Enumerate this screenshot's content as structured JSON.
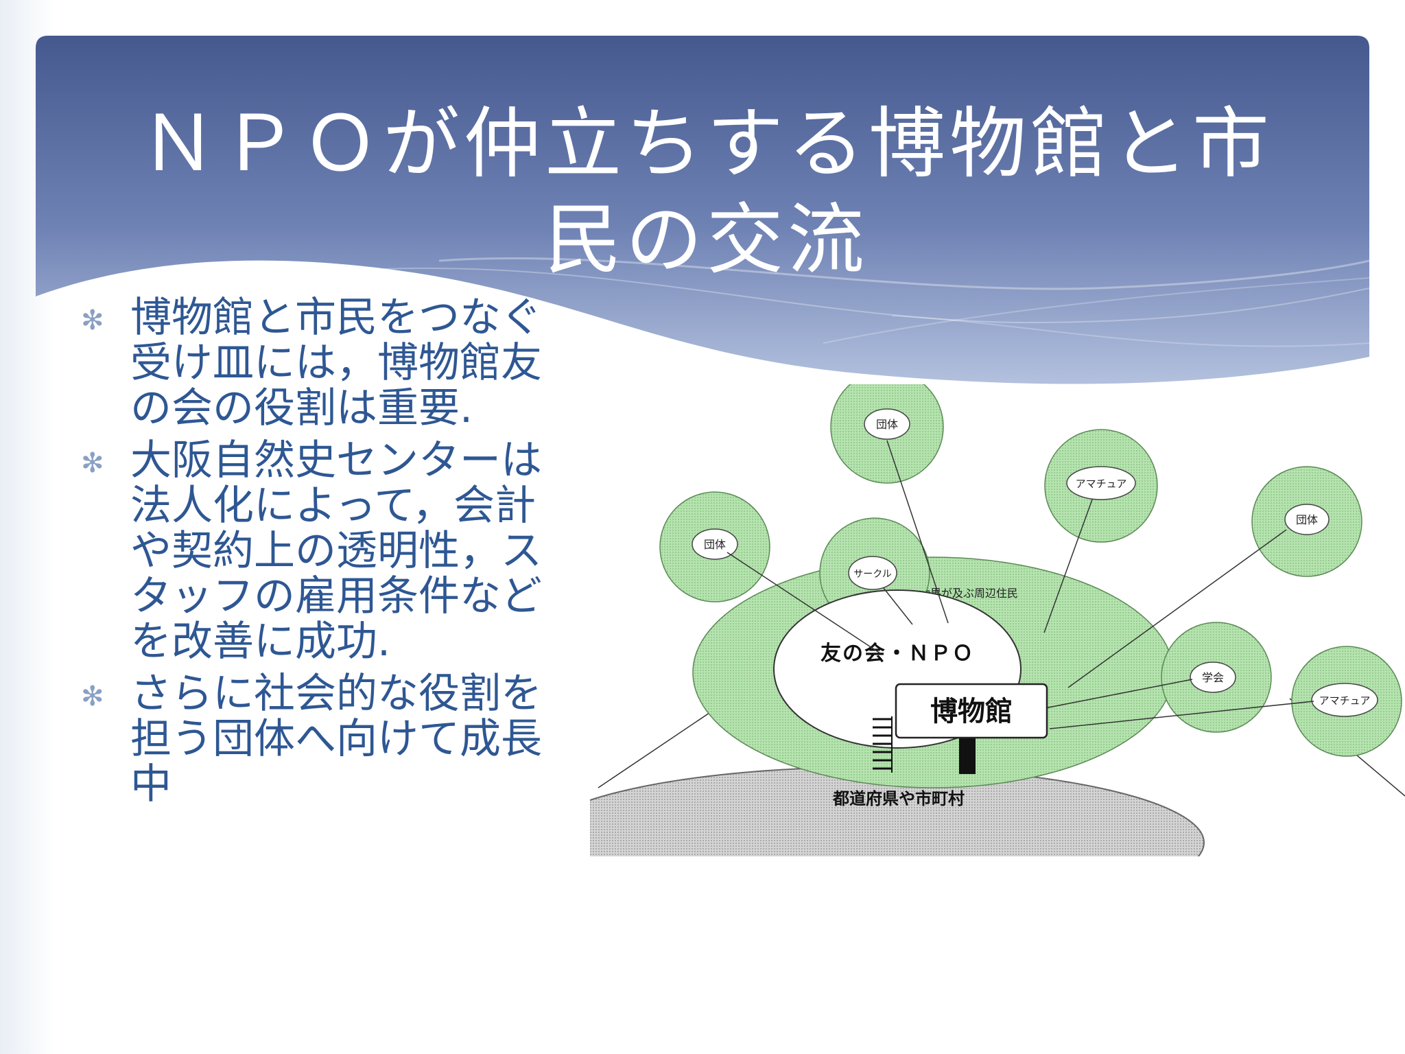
{
  "title": {
    "line1": "ＮＰＯが仲立ちする博物館と市",
    "line2": "民の交流"
  },
  "bullets": [
    {
      "text": "博物館と市民をつなぐ受け皿には，博物館友の会の役割は重要."
    },
    {
      "text": "大阪自然史センターは法人化によって，会計や契約上の透明性，スタッフの雇用条件などを改善に成功."
    },
    {
      "text": "さらに社会的な役割を担う団体へ向けて成長中"
    }
  ],
  "diagram": {
    "groups": [
      "団体",
      "アマチュア",
      "団体",
      "団体",
      "サークル",
      "学会",
      "アマチュア"
    ],
    "indirect_residents": "間接的に効果が及ぶ周辺住民",
    "friends_npo": "友の会・ＮＰＯ",
    "museum": "博物館",
    "government": "都道府県や市町村"
  },
  "colors": {
    "header_top": "#45598f",
    "header_bottom": "#a9b8d8",
    "bullet_text": "#2e5793",
    "circle_fill": "#b6e3b0",
    "ground_fill": "#cfcfcf"
  }
}
